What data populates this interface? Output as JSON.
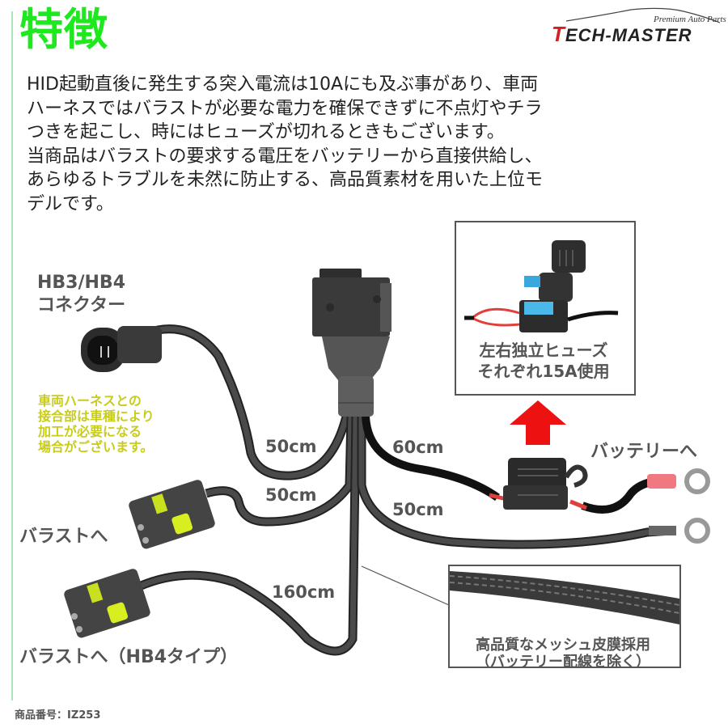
{
  "header": {
    "title": "特徴",
    "title_color": "#1ee81e",
    "brand": {
      "tagline": "Premium Auto Parts",
      "name_first_letter": "T",
      "name_rest": "ECH-MASTER",
      "accent_color": "#d42020"
    }
  },
  "description": {
    "lines": [
      "HID起動直後に発生する突入電流は10Aにも及ぶ事があり、車両",
      "ハーネスではバラストが必要な電力を確保できずに不点灯やチラ",
      "つきを起こし、時にはヒューズが切れるときもございます。",
      "当商品はバラストの要求する電圧をバッテリーから直接供給し、",
      "あらゆるトラブルを未然に防止する、高品質素材を用いた上位モ",
      "デルです。"
    ]
  },
  "diagram": {
    "connector_label": {
      "line1": "HB3/HB4",
      "line2": "コネクター"
    },
    "note": {
      "color": "#c8cc1a",
      "lines": [
        "車両ハーネスとの",
        "接合部は車種により",
        "加工が必要になる",
        "場合がございます。"
      ]
    },
    "lengths": {
      "connector_wire": "50cm",
      "ballast_wire": "50cm",
      "battery_positive": "60cm",
      "battery_negative": "50cm",
      "ballast_hb4_wire": "160cm"
    },
    "ballast_label": "バラストへ",
    "ballast_hb4_label": "バラストへ（HB4タイプ）",
    "battery_label": "バッテリーへ",
    "fuse_callout": {
      "line1": "左右独立ヒューズ",
      "line2": "それぞれ15A使用"
    },
    "mesh_callout": {
      "line1": "高品質なメッシュ皮膜採用",
      "line2": "（バッテリー配線を除く）"
    },
    "arrow_color": "#ee1111"
  },
  "footer": {
    "product_code": "商品番号：IZ253"
  }
}
